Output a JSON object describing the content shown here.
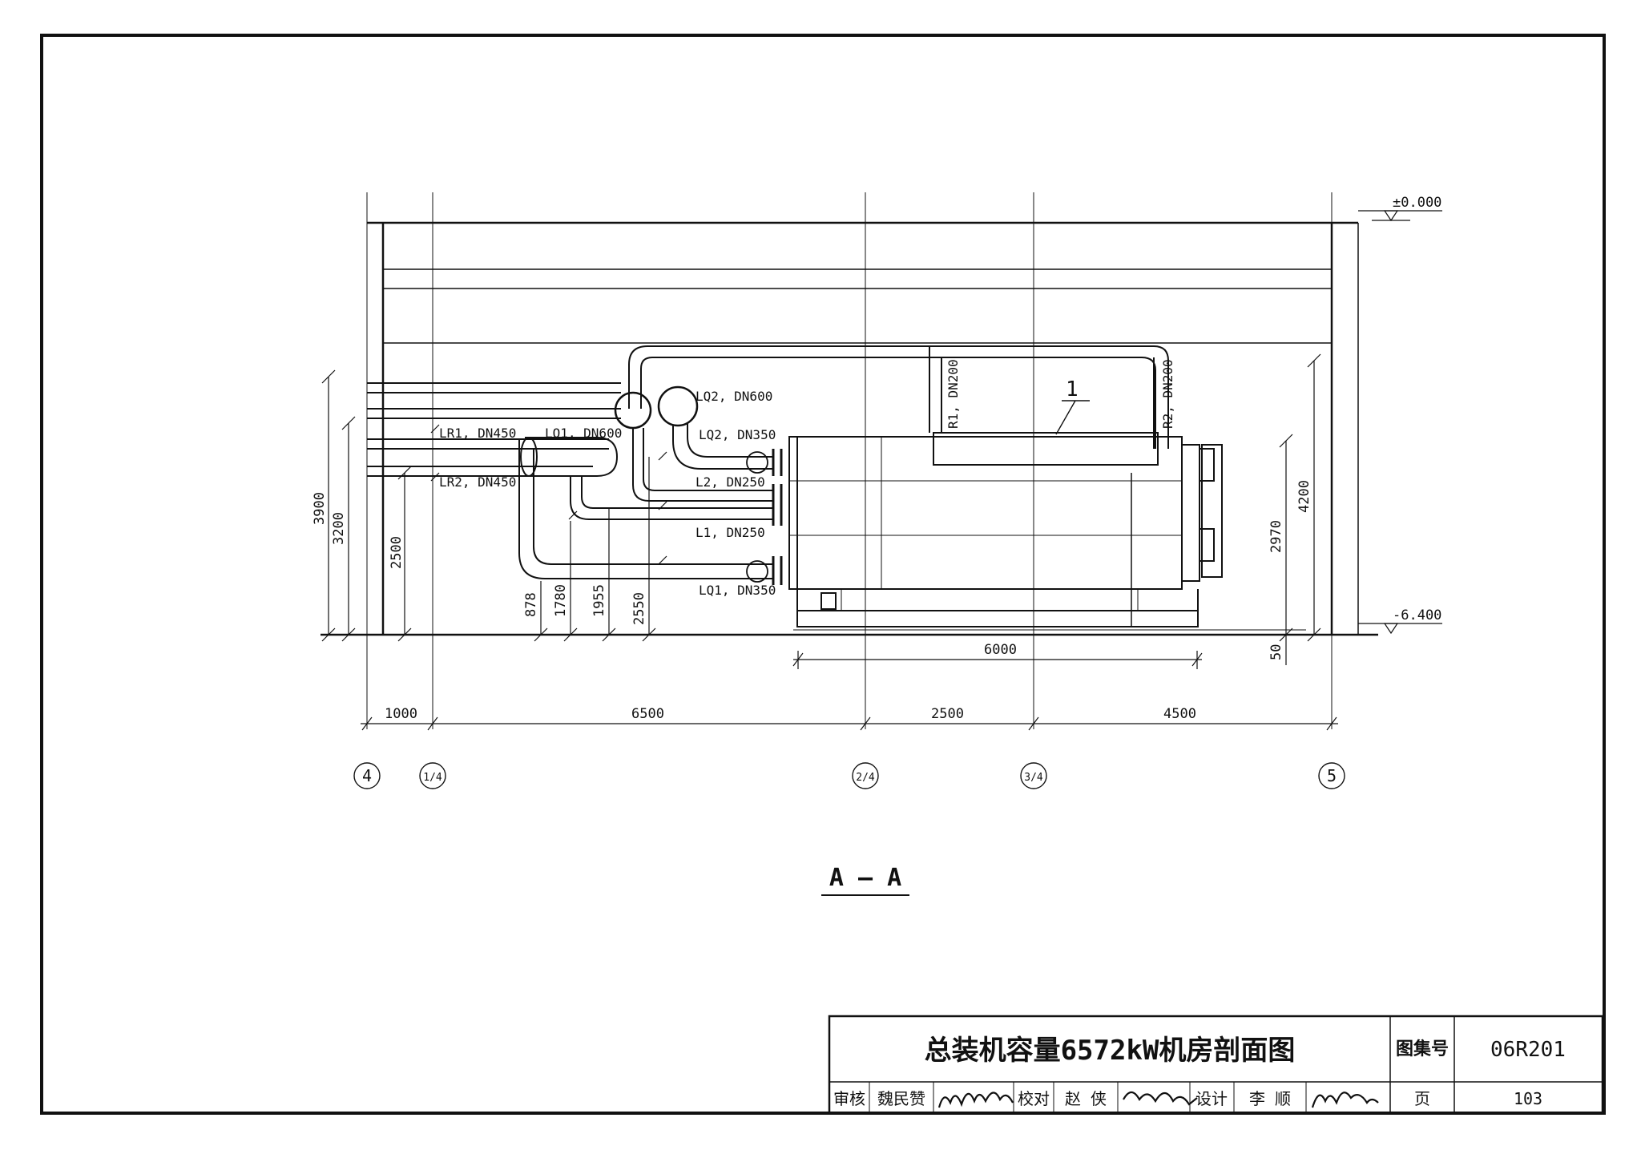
{
  "section_title": "A – A",
  "levels": {
    "top": "±0.000",
    "bottom": "-6.400"
  },
  "axes": [
    "4",
    "1/4",
    "2/4",
    "3/4",
    "5"
  ],
  "spans": [
    "1000",
    "6500",
    "2500",
    "4500"
  ],
  "left_dims": [
    "3900",
    "3200",
    "2500"
  ],
  "pipe_heights": [
    "878",
    "1780",
    "1955",
    "2550"
  ],
  "unit_dims": {
    "height_2970": "2970",
    "height_4200": "4200",
    "width_6000": "6000",
    "base_50": "50"
  },
  "pipe_labels": {
    "lq2_dn600": "LQ2, DN600",
    "lq2_dn350": "LQ2, DN350",
    "lr1_dn450": "LR1, DN450",
    "lq1_dn600": "LQ1, DN600",
    "lr2_dn450": "LR2, DN450",
    "l2_dn250": "L2, DN250",
    "l1_dn250": "L1, DN250",
    "lq1_dn350": "LQ1, DN350",
    "r1_dn200": "R1, DN200",
    "r2_dn200": "R2, DN200"
  },
  "leader_number": "1",
  "title_block": {
    "drawing_title": "总装机容量6572kW机房剖面图",
    "atlas_label": "图集号",
    "atlas_number": "06R201",
    "page_label": "页",
    "page_number": "103",
    "review_label": "审核",
    "review_name": "魏民赞",
    "check_label": "校对",
    "check_name": "赵 侠",
    "design_label": "设计",
    "design_name": "李 顺"
  }
}
